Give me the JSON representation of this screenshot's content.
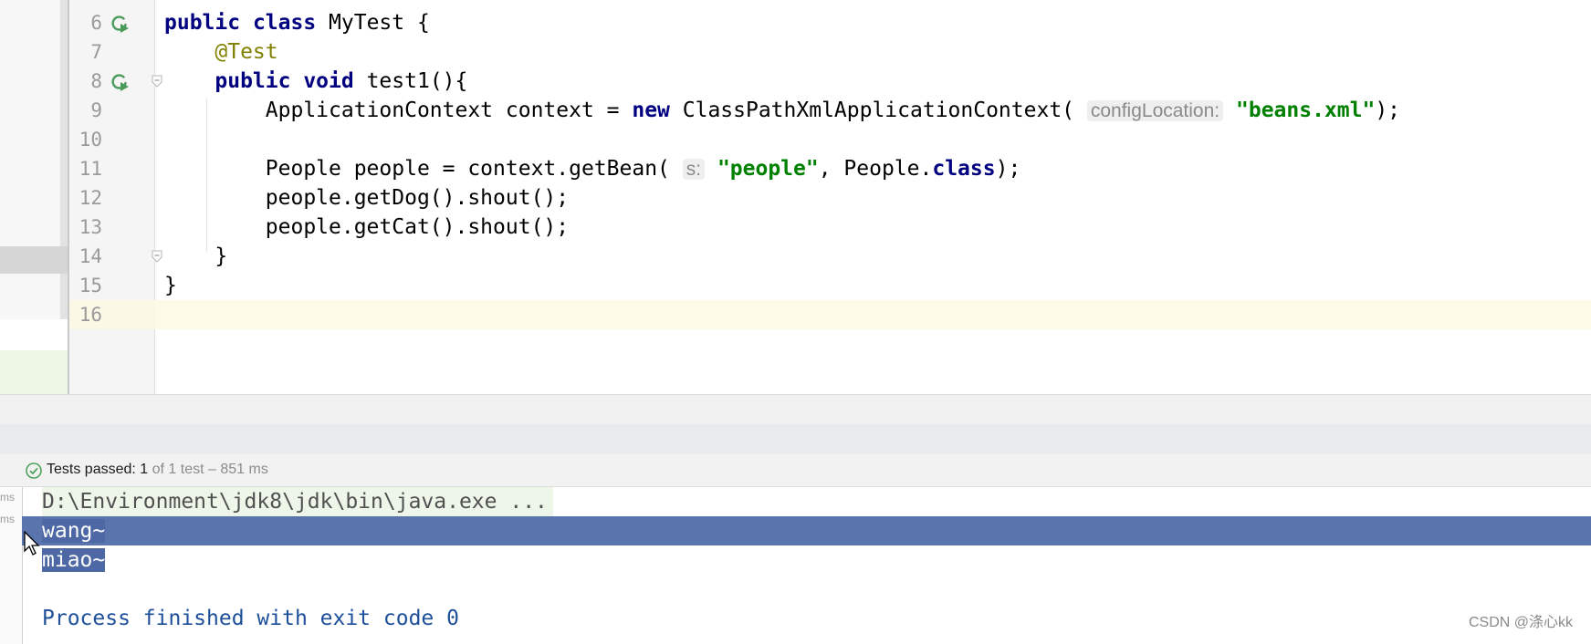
{
  "editor": {
    "lines": [
      {
        "num": "6",
        "run_icon": true,
        "fold": false,
        "current": false,
        "tokens": [
          {
            "t": "public ",
            "c": "kw"
          },
          {
            "t": "class ",
            "c": "kw"
          },
          {
            "t": "MyTest {",
            "c": ""
          }
        ]
      },
      {
        "num": "7",
        "run_icon": false,
        "fold": false,
        "current": false,
        "tokens": [
          {
            "t": "    ",
            "c": ""
          },
          {
            "t": "@Test",
            "c": "ann"
          }
        ]
      },
      {
        "num": "8",
        "run_icon": true,
        "fold": true,
        "current": false,
        "tokens": [
          {
            "t": "    ",
            "c": ""
          },
          {
            "t": "public ",
            "c": "kw"
          },
          {
            "t": "void ",
            "c": "kw"
          },
          {
            "t": "test1(){",
            "c": ""
          }
        ]
      },
      {
        "num": "9",
        "run_icon": false,
        "fold": false,
        "current": false,
        "tokens": [
          {
            "t": "        ApplicationContext context = ",
            "c": ""
          },
          {
            "t": "new ",
            "c": "kw"
          },
          {
            "t": "ClassPathXmlApplicationContext( ",
            "c": ""
          },
          {
            "t": "configLocation:",
            "c": "hint"
          },
          {
            "t": " ",
            "c": ""
          },
          {
            "t": "\"beans.xml\"",
            "c": "str"
          },
          {
            "t": ");",
            "c": ""
          }
        ]
      },
      {
        "num": "10",
        "run_icon": false,
        "fold": false,
        "current": false,
        "tokens": []
      },
      {
        "num": "11",
        "run_icon": false,
        "fold": false,
        "current": false,
        "tokens": [
          {
            "t": "        People people = context.getBean( ",
            "c": ""
          },
          {
            "t": "s:",
            "c": "hint"
          },
          {
            "t": " ",
            "c": ""
          },
          {
            "t": "\"people\"",
            "c": "str"
          },
          {
            "t": ", People.",
            "c": ""
          },
          {
            "t": "class",
            "c": "kw"
          },
          {
            "t": ");",
            "c": ""
          }
        ]
      },
      {
        "num": "12",
        "run_icon": false,
        "fold": false,
        "current": false,
        "tokens": [
          {
            "t": "        people.getDog().shout();",
            "c": ""
          }
        ]
      },
      {
        "num": "13",
        "run_icon": false,
        "fold": false,
        "current": false,
        "tokens": [
          {
            "t": "        people.getCat().shout();",
            "c": ""
          }
        ]
      },
      {
        "num": "14",
        "run_icon": false,
        "fold": true,
        "current": false,
        "tokens": [
          {
            "t": "    }",
            "c": ""
          }
        ]
      },
      {
        "num": "15",
        "run_icon": false,
        "fold": false,
        "current": false,
        "tokens": [
          {
            "t": "}",
            "c": ""
          }
        ]
      },
      {
        "num": "16",
        "run_icon": false,
        "fold": false,
        "current": true,
        "tokens": []
      }
    ]
  },
  "run_panel": {
    "status": {
      "label": "Tests passed: ",
      "passed": "1",
      "rest": " of 1 test – 851 ms"
    },
    "time_labels": [
      "ms",
      "ms"
    ],
    "console": {
      "command": "D:\\Environment\\jdk8\\jdk\\bin\\java.exe ...",
      "output": [
        "wang~",
        "miao~"
      ],
      "exit": "Process finished with exit code 0"
    }
  },
  "watermark": "CSDN @涤心kk",
  "colors": {
    "keyword": "#000080",
    "annotation": "#808000",
    "string": "#008000",
    "selection": "#5a74ad",
    "pass": "#4aa35a"
  }
}
